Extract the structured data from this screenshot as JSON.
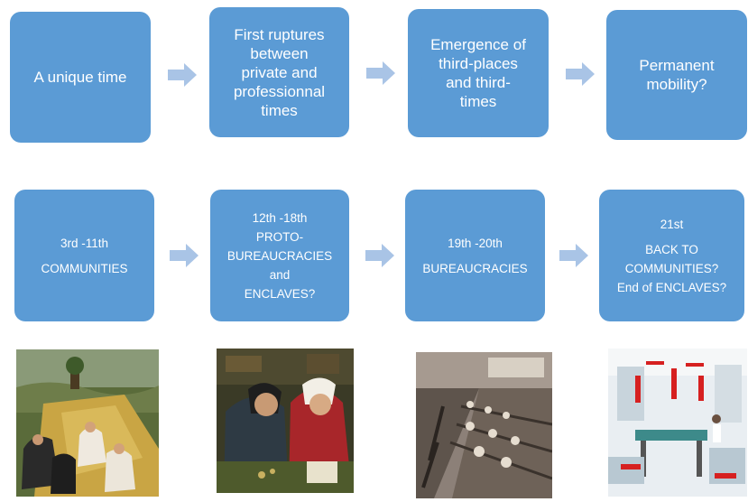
{
  "top_row": [
    {
      "lines": [
        "A unique time"
      ]
    },
    {
      "lines": [
        "First ruptures",
        "between",
        "private and",
        "professionnal",
        "times"
      ]
    },
    {
      "lines": [
        "Emergence of",
        "third-places",
        "and third-",
        "times"
      ]
    },
    {
      "lines": [
        "Permanent",
        "mobility?"
      ]
    }
  ],
  "bottom_row": [
    {
      "lines": [
        "3rd -11th",
        "COMMUNITIES"
      ]
    },
    {
      "lines": [
        "12th -18th",
        "PROTO-",
        "BUREAUCRACIES",
        "and",
        "ENCLAVES?"
      ]
    },
    {
      "lines": [
        "19th -20th",
        "BUREAUCRACIES"
      ]
    },
    {
      "lines": [
        "21st",
        "BACK TO",
        "COMMUNITIES?",
        "End of ENCLAVES?"
      ]
    }
  ],
  "images": [
    {
      "icon": "medieval-painting-reapers"
    },
    {
      "icon": "moneychanger-and-wife-painting"
    },
    {
      "icon": "historical-factory-office-photo"
    },
    {
      "icon": "modern-open-office-photo"
    }
  ],
  "colors": {
    "box": "#5b9bd5",
    "arrow": "#a9c4e6",
    "text": "#ffffff"
  }
}
